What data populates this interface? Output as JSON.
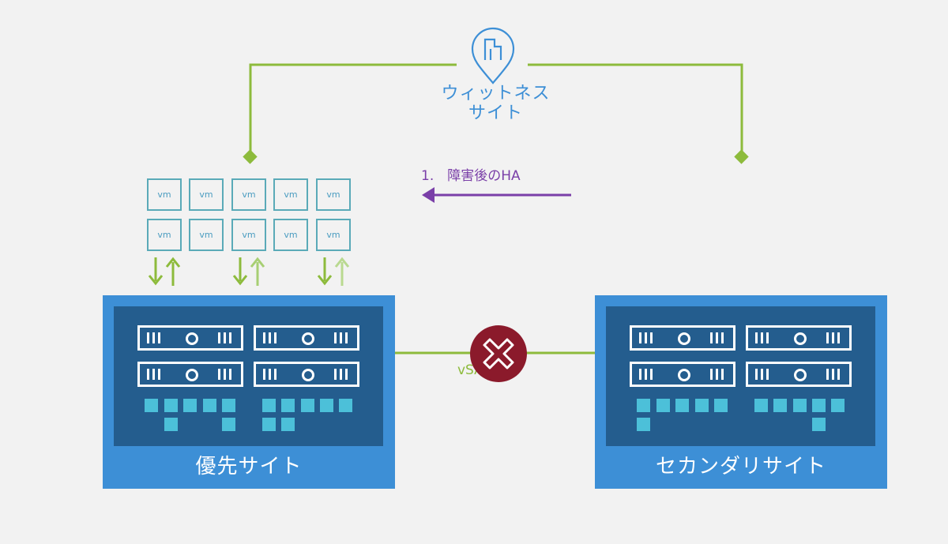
{
  "witness": {
    "line1": "ウィットネス",
    "line2": "サイト"
  },
  "failover": {
    "label": "1.　障害後のHA"
  },
  "link": {
    "label": "vSAN ISL"
  },
  "primary_site": {
    "label": "優先サイト"
  },
  "secondary_site": {
    "label": "セカンダリサイト"
  },
  "vm_label": "vm",
  "colors": {
    "site_blue": "#3d8fd6",
    "site_inner": "#245d8e",
    "link_green": "#8dbb3c",
    "arrow_purple": "#7a3fa8",
    "failure_red": "#8b1a2b",
    "storage_cyan": "#4cc0d9"
  }
}
